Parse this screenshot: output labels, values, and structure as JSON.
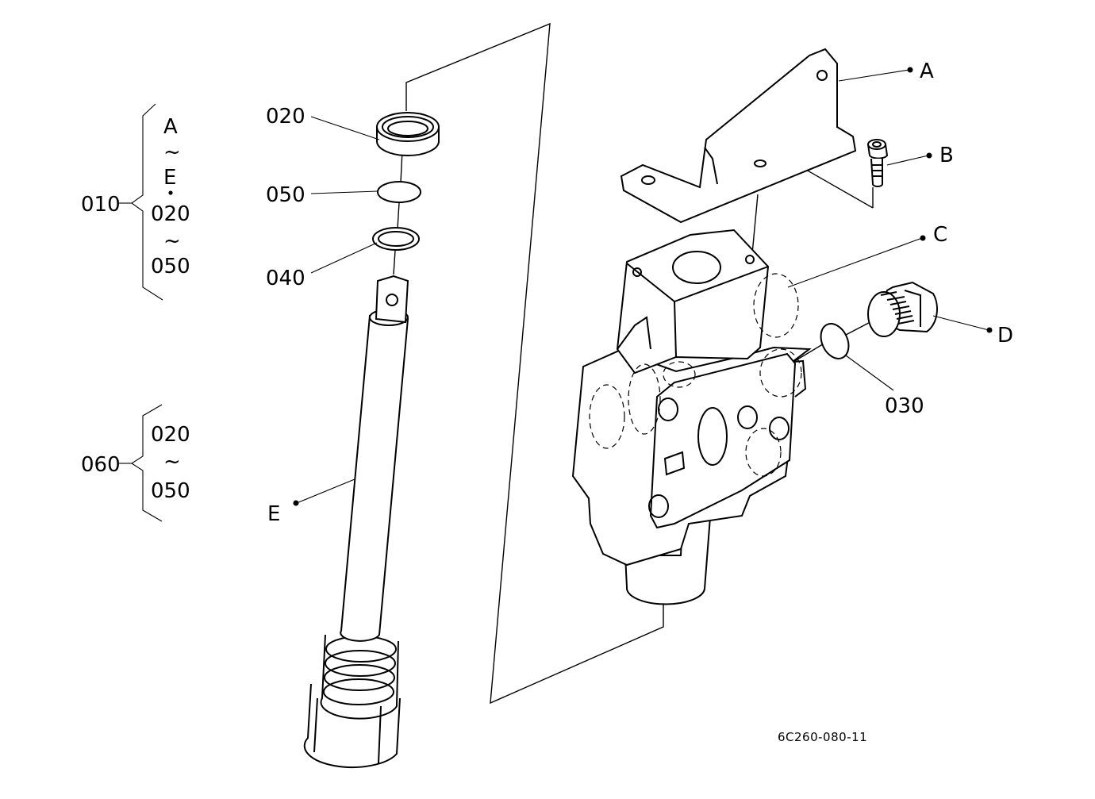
{
  "labels": {
    "p010": "010",
    "p060": "060",
    "p020": "020",
    "p050": "050",
    "p040": "040",
    "p030": "030",
    "A": "A",
    "B": "B",
    "C": "C",
    "D": "D",
    "E": "E"
  },
  "group_010": {
    "line1": "A",
    "line2": "~",
    "line3": "E",
    "line4": "020",
    "line5": "~",
    "line6": "050"
  },
  "group_060": {
    "line1": "020",
    "line2": "~",
    "line3": "050"
  },
  "drawing_code": "6C260-080-11"
}
